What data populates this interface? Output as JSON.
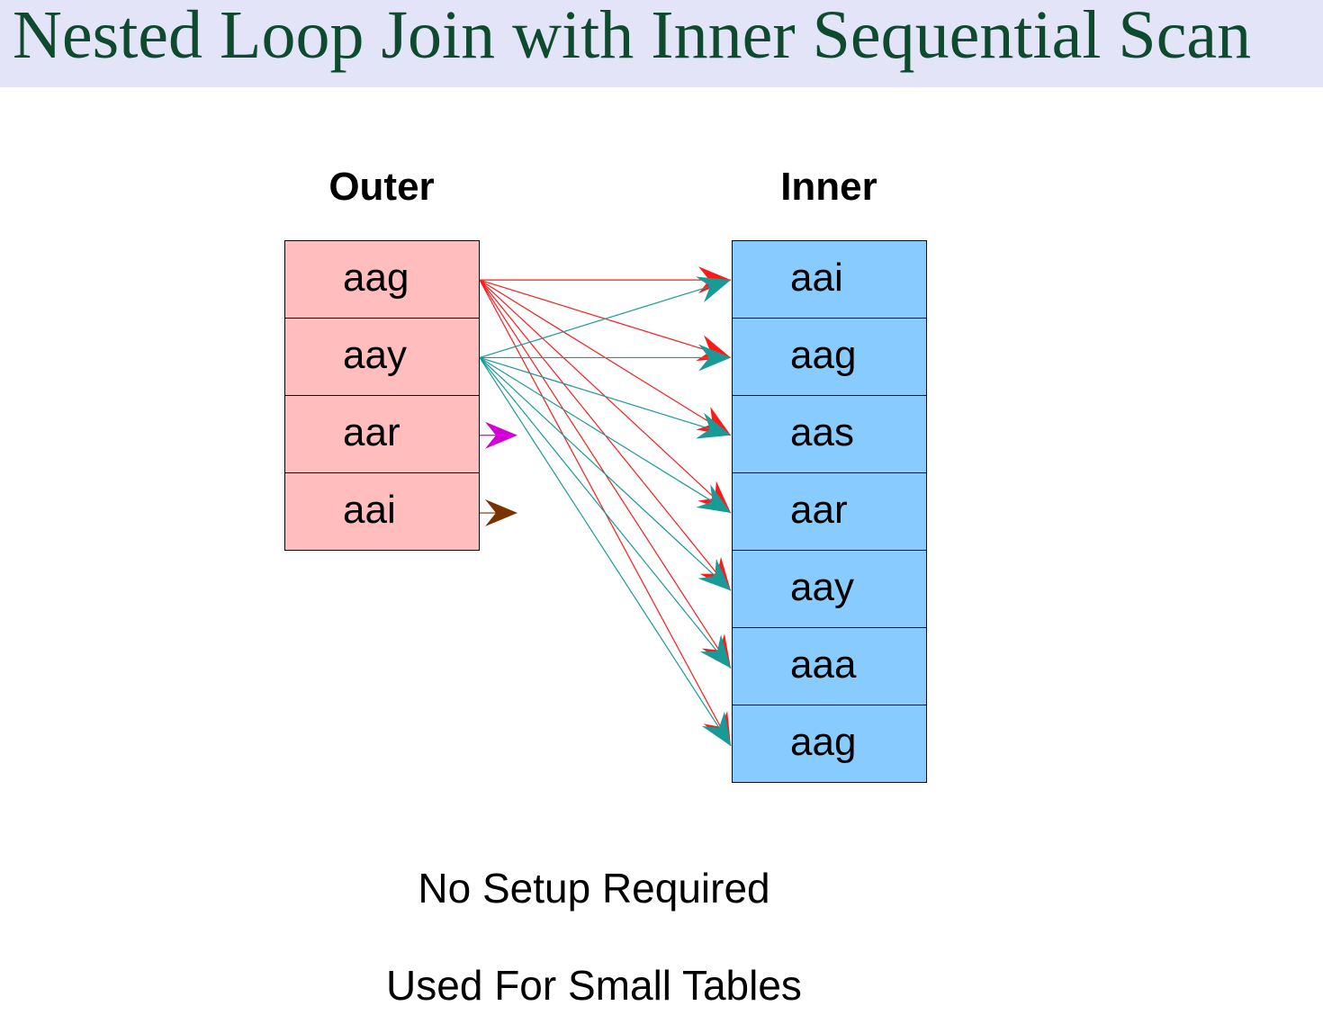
{
  "title": "Nested Loop Join with Inner Sequential Scan",
  "outer": {
    "header": "Outer",
    "rows": [
      "aag",
      "aay",
      "aar",
      "aai"
    ]
  },
  "inner": {
    "header": "Inner",
    "rows": [
      "aai",
      "aag",
      "aas",
      "aar",
      "aay",
      "aaa",
      "aag"
    ]
  },
  "scans": [
    {
      "outer_row": 0,
      "color": "#ff1a1a",
      "targets": [
        0,
        1,
        2,
        3,
        4,
        5,
        6
      ]
    },
    {
      "outer_row": 1,
      "color": "#1a9a96",
      "targets": [
        0,
        1,
        2,
        3,
        4,
        5,
        6
      ]
    },
    {
      "outer_row": 2,
      "color": "#d200d2",
      "targets": []
    },
    {
      "outer_row": 3,
      "color": "#7a3300",
      "targets": []
    }
  ],
  "notes": [
    "No Setup Required",
    "Used For Small Tables"
  ]
}
